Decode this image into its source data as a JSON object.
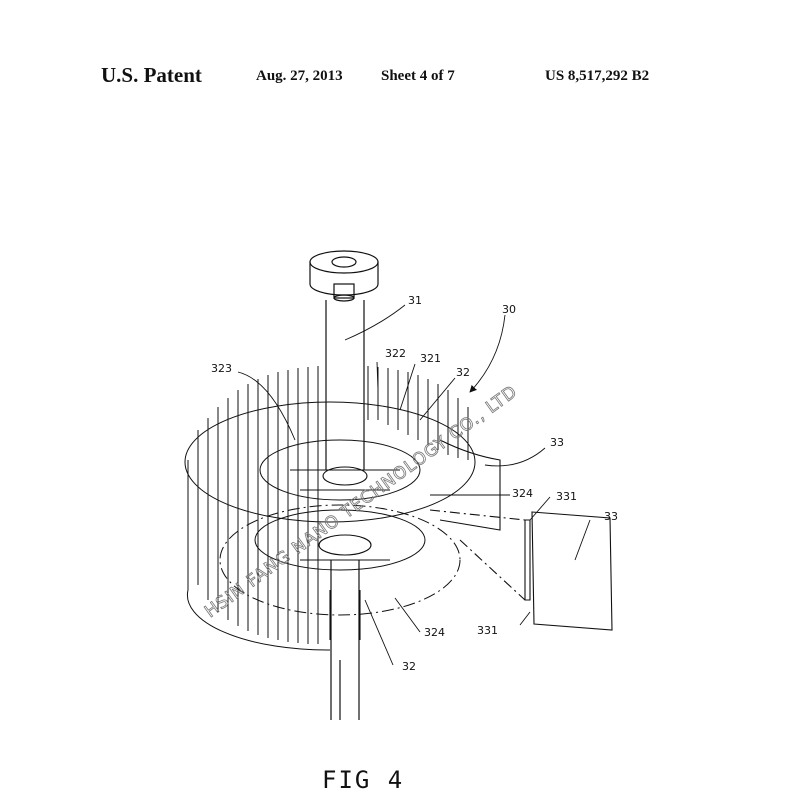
{
  "header": {
    "patent_type": "U.S. Patent",
    "date": "Aug. 27, 2013",
    "sheet": "Sheet 4 of 7",
    "patent_number": "US 8,517,292 B2"
  },
  "figure": {
    "label": "FIG  4",
    "reference_numerals": {
      "n30": "30",
      "n31": "31",
      "n32_top": "32",
      "n32_bottom": "32",
      "n321": "321",
      "n322": "322",
      "n323": "323",
      "n324_top": "324",
      "n324_bottom": "324",
      "n33_top": "33",
      "n33_right": "33",
      "n331_top": "331",
      "n331_bottom": "331"
    }
  },
  "watermark": {
    "text": "HSIN FANG NANO TECHNOLOGY CO., LTD"
  }
}
